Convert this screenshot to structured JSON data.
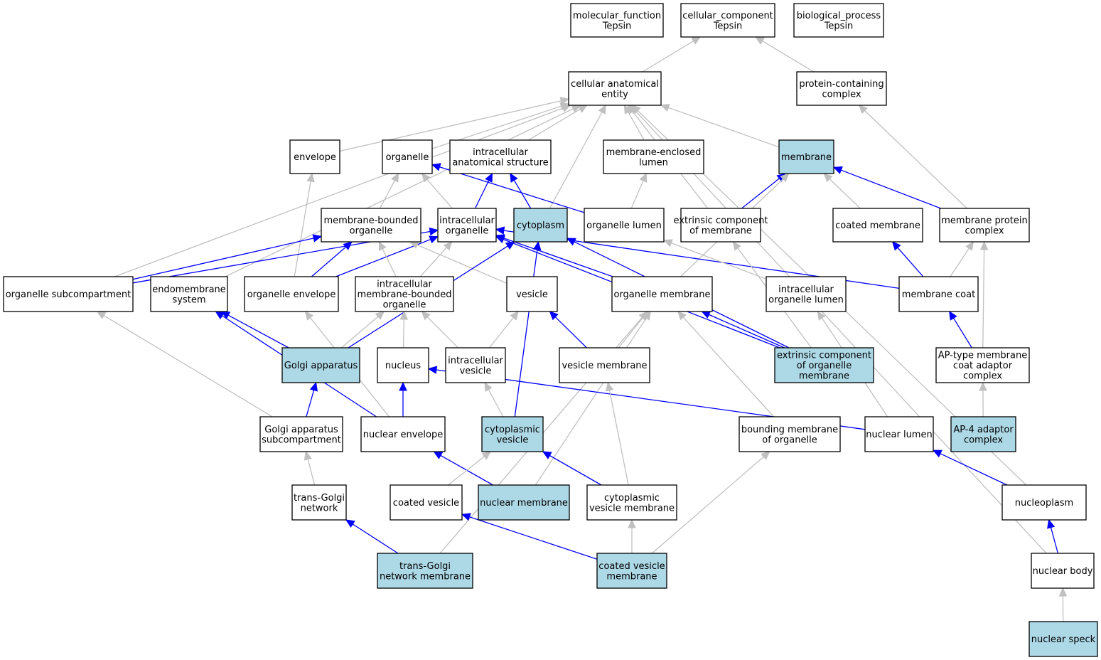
{
  "graph": {
    "colors": {
      "node_default": "#ffffff",
      "node_highlight": "#add8e6",
      "edge_is_a": "#c0c0c0",
      "edge_part_of": "#0000ff",
      "border": "#000000"
    },
    "nodes": [
      {
        "id": "mf",
        "lines": [
          "molecular_function",
          "Tepsin"
        ],
        "highlight": false
      },
      {
        "id": "cc",
        "lines": [
          "cellular_component",
          "Tepsin"
        ],
        "highlight": false
      },
      {
        "id": "bp",
        "lines": [
          "biological_process",
          "Tepsin"
        ],
        "highlight": false
      },
      {
        "id": "cae",
        "lines": [
          "cellular anatomical",
          "entity"
        ],
        "highlight": false
      },
      {
        "id": "pcc",
        "lines": [
          "protein-containing",
          "complex"
        ],
        "highlight": false
      },
      {
        "id": "env",
        "lines": [
          "envelope"
        ],
        "highlight": false
      },
      {
        "id": "org",
        "lines": [
          "organelle"
        ],
        "highlight": false
      },
      {
        "id": "ias",
        "lines": [
          "intracellular",
          "anatomical structure"
        ],
        "highlight": false
      },
      {
        "id": "mel",
        "lines": [
          "membrane-enclosed",
          "lumen"
        ],
        "highlight": false
      },
      {
        "id": "mem",
        "lines": [
          "membrane"
        ],
        "highlight": true
      },
      {
        "id": "mbo",
        "lines": [
          "membrane-bounded",
          "organelle"
        ],
        "highlight": false
      },
      {
        "id": "io",
        "lines": [
          "intracellular",
          "organelle"
        ],
        "highlight": false
      },
      {
        "id": "cyt",
        "lines": [
          "cytoplasm"
        ],
        "highlight": true
      },
      {
        "id": "ol",
        "lines": [
          "organelle lumen"
        ],
        "highlight": false
      },
      {
        "id": "ecm",
        "lines": [
          "extrinsic component",
          "of membrane"
        ],
        "highlight": false
      },
      {
        "id": "cm",
        "lines": [
          "coated membrane"
        ],
        "highlight": false
      },
      {
        "id": "mpc",
        "lines": [
          "membrane protein",
          "complex"
        ],
        "highlight": false
      },
      {
        "id": "osc",
        "lines": [
          "organelle subcompartment"
        ],
        "highlight": false
      },
      {
        "id": "ems",
        "lines": [
          "endomembrane",
          "system"
        ],
        "highlight": false
      },
      {
        "id": "oe",
        "lines": [
          "organelle envelope"
        ],
        "highlight": false
      },
      {
        "id": "imbo",
        "lines": [
          "intracellular",
          "membrane-bounded",
          "organelle"
        ],
        "highlight": false
      },
      {
        "id": "ves",
        "lines": [
          "vesicle"
        ],
        "highlight": false
      },
      {
        "id": "om",
        "lines": [
          "organelle membrane"
        ],
        "highlight": false
      },
      {
        "id": "iol",
        "lines": [
          "intracellular",
          "organelle lumen"
        ],
        "highlight": false
      },
      {
        "id": "mc",
        "lines": [
          "membrane coat"
        ],
        "highlight": false
      },
      {
        "id": "ga",
        "lines": [
          "Golgi apparatus"
        ],
        "highlight": true
      },
      {
        "id": "nuc",
        "lines": [
          "nucleus"
        ],
        "highlight": false
      },
      {
        "id": "iv",
        "lines": [
          "intracellular",
          "vesicle"
        ],
        "highlight": false
      },
      {
        "id": "vm",
        "lines": [
          "vesicle membrane"
        ],
        "highlight": false
      },
      {
        "id": "ecom",
        "lines": [
          "extrinsic component",
          "of organelle",
          "membrane"
        ],
        "highlight": true
      },
      {
        "id": "apt",
        "lines": [
          "AP-type membrane",
          "coat adaptor",
          "complex"
        ],
        "highlight": false
      },
      {
        "id": "gas",
        "lines": [
          "Golgi apparatus",
          "subcompartment"
        ],
        "highlight": false
      },
      {
        "id": "ne",
        "lines": [
          "nuclear envelope"
        ],
        "highlight": false
      },
      {
        "id": "cv",
        "lines": [
          "cytoplasmic",
          "vesicle"
        ],
        "highlight": true
      },
      {
        "id": "bmo",
        "lines": [
          "bounding membrane",
          "of organelle"
        ],
        "highlight": false
      },
      {
        "id": "nl",
        "lines": [
          "nuclear lumen"
        ],
        "highlight": false
      },
      {
        "id": "ap4",
        "lines": [
          "AP-4 adaptor",
          "complex"
        ],
        "highlight": true
      },
      {
        "id": "tgn",
        "lines": [
          "trans-Golgi",
          "network"
        ],
        "highlight": false
      },
      {
        "id": "cves",
        "lines": [
          "coated vesicle"
        ],
        "highlight": false
      },
      {
        "id": "nm",
        "lines": [
          "nuclear membrane"
        ],
        "highlight": true
      },
      {
        "id": "cvm",
        "lines": [
          "cytoplasmic",
          "vesicle membrane"
        ],
        "highlight": false
      },
      {
        "id": "np",
        "lines": [
          "nucleoplasm"
        ],
        "highlight": false
      },
      {
        "id": "tgnm",
        "lines": [
          "trans-Golgi",
          "network membrane"
        ],
        "highlight": true
      },
      {
        "id": "covm",
        "lines": [
          "coated vesicle",
          "membrane"
        ],
        "highlight": true
      },
      {
        "id": "nb",
        "lines": [
          "nuclear body"
        ],
        "highlight": false
      },
      {
        "id": "ns",
        "lines": [
          "nuclear speck"
        ],
        "highlight": true
      }
    ],
    "edges": [
      {
        "from": "cae",
        "to": "cc",
        "type": "is_a"
      },
      {
        "from": "pcc",
        "to": "cc",
        "type": "is_a"
      },
      {
        "from": "env",
        "to": "cae",
        "type": "is_a"
      },
      {
        "from": "org",
        "to": "cae",
        "type": "is_a"
      },
      {
        "from": "ias",
        "to": "cae",
        "type": "is_a"
      },
      {
        "from": "mel",
        "to": "cae",
        "type": "is_a"
      },
      {
        "from": "mem",
        "to": "cae",
        "type": "is_a"
      },
      {
        "from": "cyt",
        "to": "cae",
        "type": "is_a"
      },
      {
        "from": "ecm",
        "to": "cae",
        "type": "is_a"
      },
      {
        "from": "osc",
        "to": "cae",
        "type": "is_a"
      },
      {
        "from": "ems",
        "to": "cae",
        "type": "is_a"
      },
      {
        "from": "np",
        "to": "cae",
        "type": "is_a"
      },
      {
        "from": "nb",
        "to": "cae",
        "type": "is_a"
      },
      {
        "from": "mpc",
        "to": "pcc",
        "type": "is_a"
      },
      {
        "from": "ol",
        "to": "org",
        "type": "part_of"
      },
      {
        "from": "mbo",
        "to": "org",
        "type": "is_a"
      },
      {
        "from": "io",
        "to": "org",
        "type": "is_a"
      },
      {
        "from": "io",
        "to": "ias",
        "type": "part_of"
      },
      {
        "from": "cyt",
        "to": "ias",
        "type": "part_of"
      },
      {
        "from": "ol",
        "to": "mel",
        "type": "is_a"
      },
      {
        "from": "ecm",
        "to": "mem",
        "type": "part_of"
      },
      {
        "from": "cm",
        "to": "mem",
        "type": "is_a"
      },
      {
        "from": "mpc",
        "to": "mem",
        "type": "part_of"
      },
      {
        "from": "om",
        "to": "mem",
        "type": "is_a"
      },
      {
        "from": "oe",
        "to": "env",
        "type": "is_a"
      },
      {
        "from": "oe",
        "to": "mbo",
        "type": "part_of"
      },
      {
        "from": "osc",
        "to": "mbo",
        "type": "part_of"
      },
      {
        "from": "osc",
        "to": "io",
        "type": "part_of"
      },
      {
        "from": "oe",
        "to": "io",
        "type": "part_of"
      },
      {
        "from": "imbo",
        "to": "mbo",
        "type": "is_a"
      },
      {
        "from": "imbo",
        "to": "io",
        "type": "is_a"
      },
      {
        "from": "ves",
        "to": "mbo",
        "type": "is_a"
      },
      {
        "from": "om",
        "to": "io",
        "type": "part_of"
      },
      {
        "from": "mc",
        "to": "io",
        "type": "part_of"
      },
      {
        "from": "ga",
        "to": "cyt",
        "type": "part_of"
      },
      {
        "from": "cv",
        "to": "cyt",
        "type": "part_of"
      },
      {
        "from": "ecom",
        "to": "cyt",
        "type": "part_of"
      },
      {
        "from": "ecom",
        "to": "io",
        "type": "part_of"
      },
      {
        "from": "iol",
        "to": "ol",
        "type": "is_a"
      },
      {
        "from": "ecom",
        "to": "ecm",
        "type": "is_a"
      },
      {
        "from": "mc",
        "to": "cm",
        "type": "part_of"
      },
      {
        "from": "mc",
        "to": "mpc",
        "type": "is_a"
      },
      {
        "from": "apt",
        "to": "mpc",
        "type": "is_a"
      },
      {
        "from": "gas",
        "to": "osc",
        "type": "is_a"
      },
      {
        "from": "ga",
        "to": "ems",
        "type": "part_of"
      },
      {
        "from": "ne",
        "to": "ems",
        "type": "part_of"
      },
      {
        "from": "ne",
        "to": "oe",
        "type": "is_a"
      },
      {
        "from": "ga",
        "to": "imbo",
        "type": "is_a"
      },
      {
        "from": "nuc",
        "to": "imbo",
        "type": "is_a"
      },
      {
        "from": "iv",
        "to": "imbo",
        "type": "is_a"
      },
      {
        "from": "iv",
        "to": "ves",
        "type": "is_a"
      },
      {
        "from": "vm",
        "to": "ves",
        "type": "part_of"
      },
      {
        "from": "vm",
        "to": "om",
        "type": "is_a"
      },
      {
        "from": "ecom",
        "to": "om",
        "type": "part_of"
      },
      {
        "from": "nm",
        "to": "om",
        "type": "is_a"
      },
      {
        "from": "bmo",
        "to": "om",
        "type": "is_a"
      },
      {
        "from": "tgnm",
        "to": "om",
        "type": "is_a"
      },
      {
        "from": "nl",
        "to": "iol",
        "type": "is_a"
      },
      {
        "from": "apt",
        "to": "mc",
        "type": "part_of"
      },
      {
        "from": "ap4",
        "to": "apt",
        "type": "is_a"
      },
      {
        "from": "gas",
        "to": "ga",
        "type": "part_of"
      },
      {
        "from": "ne",
        "to": "nuc",
        "type": "part_of"
      },
      {
        "from": "nl",
        "to": "nuc",
        "type": "part_of"
      },
      {
        "from": "cv",
        "to": "iv",
        "type": "is_a"
      },
      {
        "from": "cvm",
        "to": "vm",
        "type": "is_a"
      },
      {
        "from": "nm",
        "to": "ne",
        "type": "part_of"
      },
      {
        "from": "cves",
        "to": "cv",
        "type": "is_a"
      },
      {
        "from": "cvm",
        "to": "cv",
        "type": "part_of"
      },
      {
        "from": "tgn",
        "to": "gas",
        "type": "is_a"
      },
      {
        "from": "np",
        "to": "nl",
        "type": "part_of"
      },
      {
        "from": "tgnm",
        "to": "tgn",
        "type": "part_of"
      },
      {
        "from": "covm",
        "to": "cves",
        "type": "part_of"
      },
      {
        "from": "covm",
        "to": "cvm",
        "type": "is_a"
      },
      {
        "from": "covm",
        "to": "bmo",
        "type": "is_a"
      },
      {
        "from": "nb",
        "to": "np",
        "type": "part_of"
      },
      {
        "from": "ns",
        "to": "nb",
        "type": "is_a"
      }
    ]
  }
}
